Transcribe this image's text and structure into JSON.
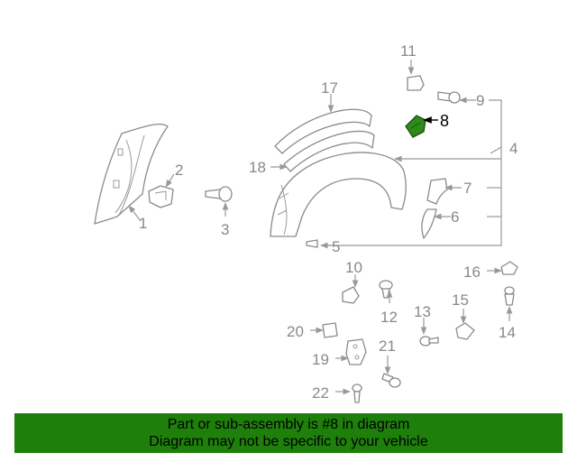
{
  "diagram": {
    "highlighted_callout": "8",
    "highlight_color": "#2e8b1a",
    "callouts": {
      "c1": "1",
      "c2": "2",
      "c3": "3",
      "c4": "4",
      "c5": "5",
      "c6": "6",
      "c7": "7",
      "c8": "8",
      "c9": "9",
      "c10": "10",
      "c11": "11",
      "c12": "12",
      "c13": "13",
      "c14": "14",
      "c15": "15",
      "c16": "16",
      "c17": "17",
      "c18": "18",
      "c19": "19",
      "c20": "20",
      "c21": "21",
      "c22": "22"
    }
  },
  "banner": {
    "line1": "Part or sub-assembly is #8 in diagram",
    "line2": "Diagram may not be specific to your vehicle",
    "background": "#1f7f0b"
  }
}
